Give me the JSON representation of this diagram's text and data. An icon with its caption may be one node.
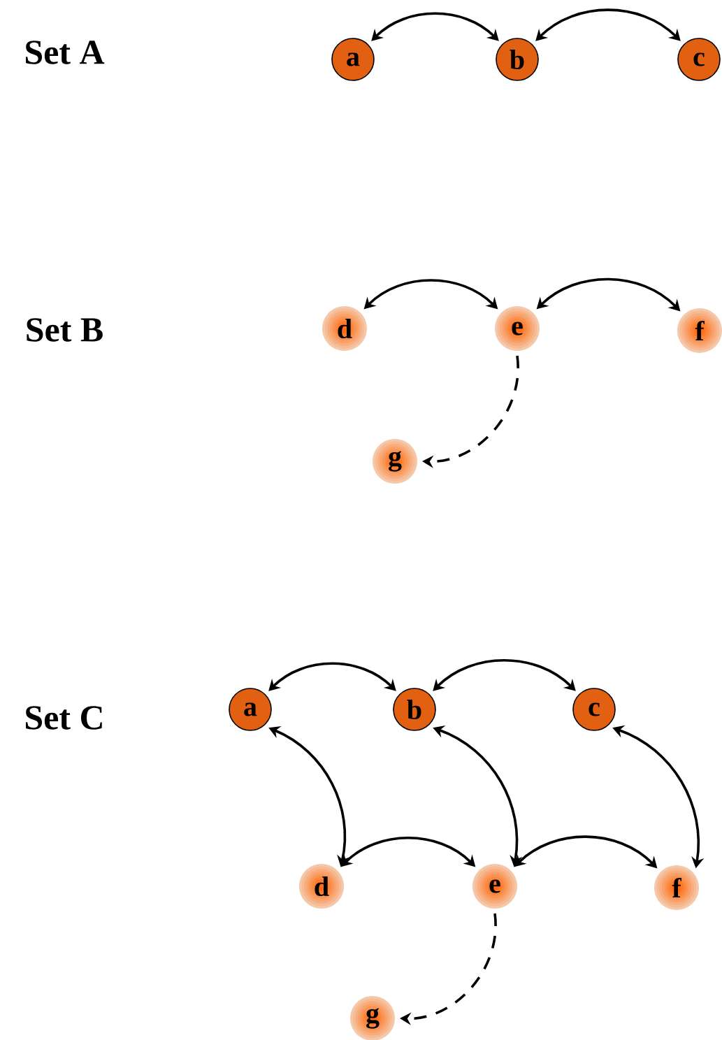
{
  "diagram": {
    "nodes": [
      {
        "text": [
          "a"
        ]
      },
      {
        "text": [
          "b"
        ]
      },
      {
        "text": [
          "c"
        ]
      },
      {
        "text": [
          "d"
        ]
      },
      {
        "text": [
          "e"
        ]
      },
      {
        "text": [
          "f"
        ]
      },
      {
        "text": [
          "g"
        ]
      },
      {
        "text": [
          "a"
        ]
      },
      {
        "text": [
          "b"
        ]
      },
      {
        "text": [
          "c"
        ]
      },
      {
        "text": [
          "d"
        ]
      },
      {
        "text": [
          "e"
        ]
      },
      {
        "text": [
          "f"
        ]
      },
      {
        "text": [
          "g"
        ]
      }
    ],
    "edges": [
      {
        "from": 0,
        "to": 1,
        "arrow": "both"
      },
      {
        "from": 1,
        "to": 2,
        "arrow": "both"
      },
      {
        "from": 3,
        "to": 4,
        "arrow": "both"
      },
      {
        "from": 4,
        "to": 5,
        "arrow": "both"
      },
      {
        "from": 4,
        "to": 6,
        "arrow": "to",
        "style": "dashed"
      },
      {
        "from": 7,
        "to": 8,
        "arrow": "both"
      },
      {
        "from": 8,
        "to": 9,
        "arrow": "both"
      },
      {
        "from": 7,
        "to": 10,
        "arrow": "both"
      },
      {
        "from": 8,
        "to": 11,
        "arrow": "both"
      },
      {
        "from": 9,
        "to": 12,
        "arrow": "both"
      },
      {
        "from": 10,
        "to": 11,
        "arrow": "both"
      },
      {
        "from": 11,
        "to": 12,
        "arrow": "both"
      },
      {
        "from": 11,
        "to": 13,
        "arrow": "to",
        "style": "dashed"
      }
    ],
    "labels": [
      "Set A",
      "Set B",
      "Set C"
    ]
  }
}
